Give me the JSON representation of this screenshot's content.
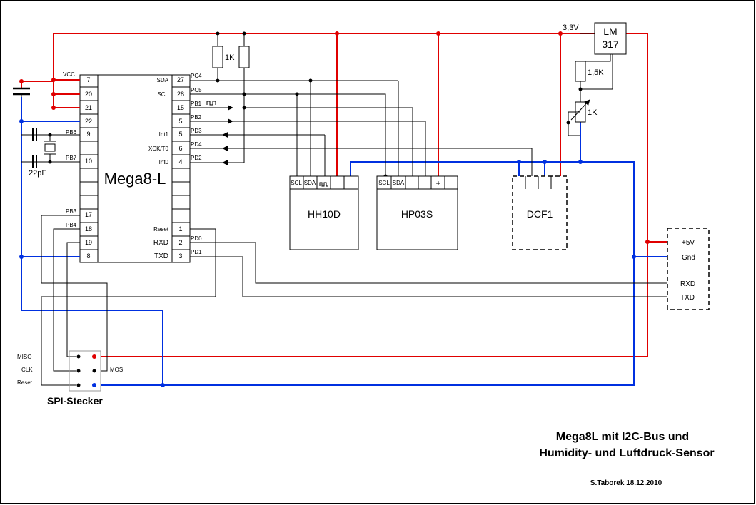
{
  "mcu": {
    "name": "Mega8-L",
    "left_pins": [
      {
        "num": "7",
        "label": "VCC"
      },
      {
        "num": "20",
        "label": ""
      },
      {
        "num": "21",
        "label": ""
      },
      {
        "num": "22",
        "label": ""
      },
      {
        "num": "9",
        "label": "PB6"
      },
      {
        "num": "10",
        "label": "PB7"
      },
      {
        "num": "17",
        "label": "PB3"
      },
      {
        "num": "18",
        "label": "PB4"
      },
      {
        "num": "19",
        "label": ""
      },
      {
        "num": "8",
        "label": ""
      }
    ],
    "right_pins": [
      {
        "num": "27",
        "func": "SDA",
        "port": "PC4"
      },
      {
        "num": "28",
        "func": "SCL",
        "port": "PC5"
      },
      {
        "num": "15",
        "func": "",
        "port": "PB1"
      },
      {
        "num": "5",
        "func": "",
        "port": "PB2"
      },
      {
        "num": "5",
        "func": "Int1",
        "port": "PD3"
      },
      {
        "num": "6",
        "func": "XCK/T0",
        "port": "PD4"
      },
      {
        "num": "4",
        "func": "Int0",
        "port": "PD2"
      },
      {
        "num": "1",
        "func": "Reset",
        "port": ""
      },
      {
        "num": "2",
        "func": "RXD",
        "port": "PD0"
      },
      {
        "num": "3",
        "func": "TXD",
        "port": "PD1"
      }
    ]
  },
  "components": {
    "r1": "1K",
    "r_div": "1,5K",
    "r_pot": "1K",
    "cap": "22pF",
    "regulator_line1": "LM",
    "regulator_line2": "317",
    "reg_voltage": "3,3V"
  },
  "modules": {
    "hh10d": {
      "name": "HH10D",
      "pins": [
        "SCL",
        "SDA"
      ]
    },
    "hp03s": {
      "name": "HP03S",
      "pins": [
        "SCL",
        "SDA",
        "+"
      ]
    },
    "dcf1": {
      "name": "DCF1"
    }
  },
  "connector": {
    "labels": [
      "+5V",
      "Gnd",
      "RXD",
      "TXD"
    ]
  },
  "spi": {
    "title": "SPI-Stecker",
    "left_labels": [
      "MISO",
      "CLK",
      "Reset"
    ],
    "right_label": "MOSI"
  },
  "footer": {
    "title_line1": "Mega8L mit I2C-Bus und",
    "title_line2": "Humidity- und Luftdruck-Sensor",
    "author": "S.Taborek 18.12.2010"
  },
  "colors": {
    "power": "#e00000",
    "ground": "#0030e0",
    "signal": "#000000"
  }
}
